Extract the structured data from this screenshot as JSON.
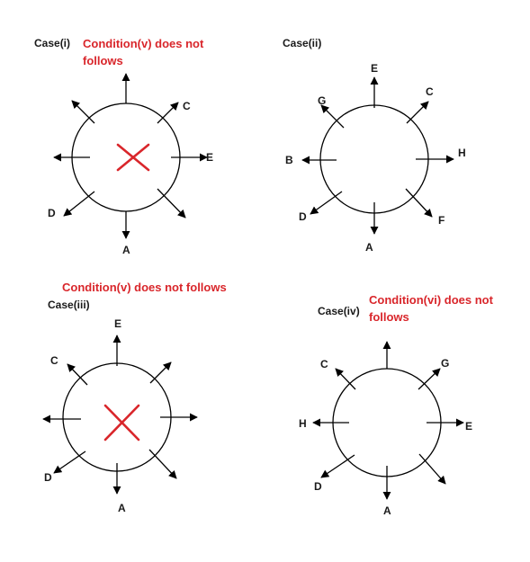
{
  "colors": {
    "condition_text": "#d9262b",
    "cross_mark": "#d9262b",
    "lines": "#000000"
  },
  "case1": {
    "title": "Case(i)",
    "condition_line1": "Condition(v) does not",
    "condition_line2": "follows",
    "crossed": true,
    "labels": {
      "C": "C",
      "E": "E",
      "D": "D",
      "A": "A"
    }
  },
  "case2": {
    "title": "Case(ii)",
    "crossed": false,
    "labels": {
      "E": "E",
      "G": "G",
      "C": "C",
      "B": "B",
      "H": "H",
      "D": "D",
      "F": "F",
      "A": "A"
    }
  },
  "case3": {
    "title": "Case(iii)",
    "condition": "Condition(v) does not follows",
    "crossed": true,
    "labels": {
      "E": "E",
      "C": "C",
      "D": "D",
      "A": "A"
    }
  },
  "case4": {
    "title": "Case(iv)",
    "condition_line1": "Condition(vi) does not",
    "condition_line2": "follows",
    "crossed": false,
    "labels": {
      "C": "C",
      "G": "G",
      "H": "H",
      "E": "E",
      "D": "D",
      "A": "A"
    }
  }
}
